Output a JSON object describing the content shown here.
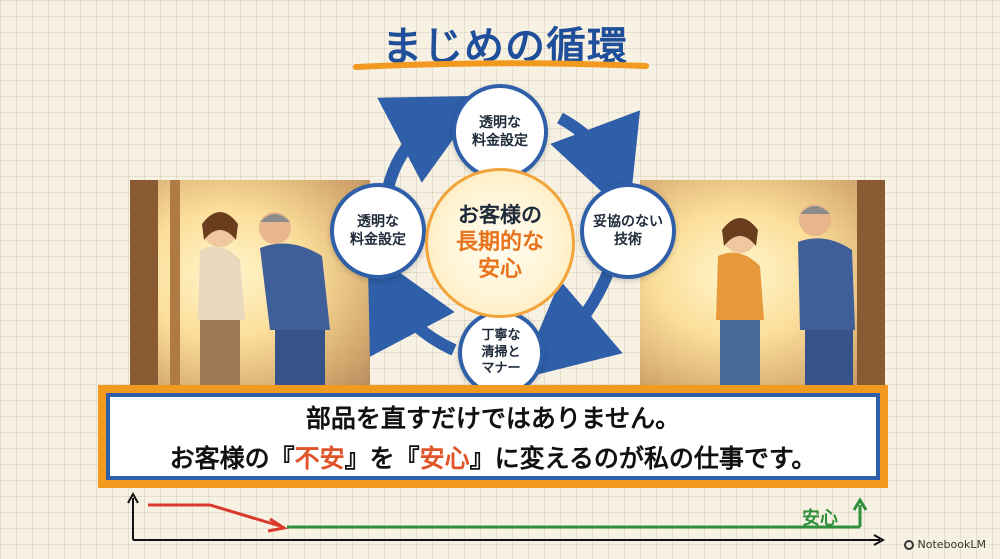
{
  "title": "まじめの循環",
  "cycle": {
    "top": [
      "透明な",
      "料金設定"
    ],
    "right": [
      "妥協のない",
      "技術"
    ],
    "bottom": [
      "丁寧な",
      "清掃と",
      "マナー"
    ],
    "left": [
      "透明な",
      "料金設定"
    ],
    "center_line1": "お客様の",
    "center_line2": "長期的な",
    "center_line3": "安心"
  },
  "banner": {
    "line1": "部品を直すだけではありません。",
    "line2_a": "お客様の『",
    "line2_hl1": "不安",
    "line2_b": "』を『",
    "line2_hl2": "安心",
    "line2_c": "』に変えるのが私の仕事です。"
  },
  "graph": {
    "end_label": "安心"
  },
  "logo": "NotebookLM",
  "colors": {
    "blue": "#2e5fa8",
    "orange": "#f29a1f",
    "red": "#d93a2b",
    "green": "#2f8f3a"
  }
}
